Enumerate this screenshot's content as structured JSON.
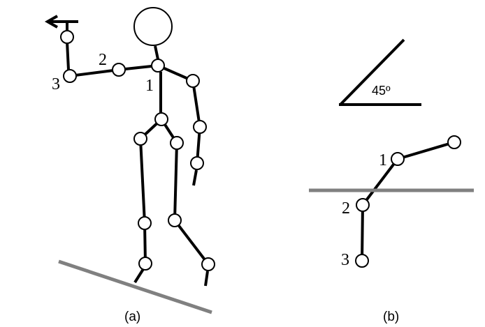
{
  "panel_a": {
    "joint_labels": [
      "1",
      "2",
      "3"
    ],
    "caption": "(a)",
    "arrow_direction": "left"
  },
  "panel_b": {
    "angle_label": "45º",
    "joint_labels": [
      "1",
      "2",
      "3"
    ],
    "caption": "(b)"
  },
  "colors": {
    "ground": "#808080",
    "stroke": "#000000"
  }
}
